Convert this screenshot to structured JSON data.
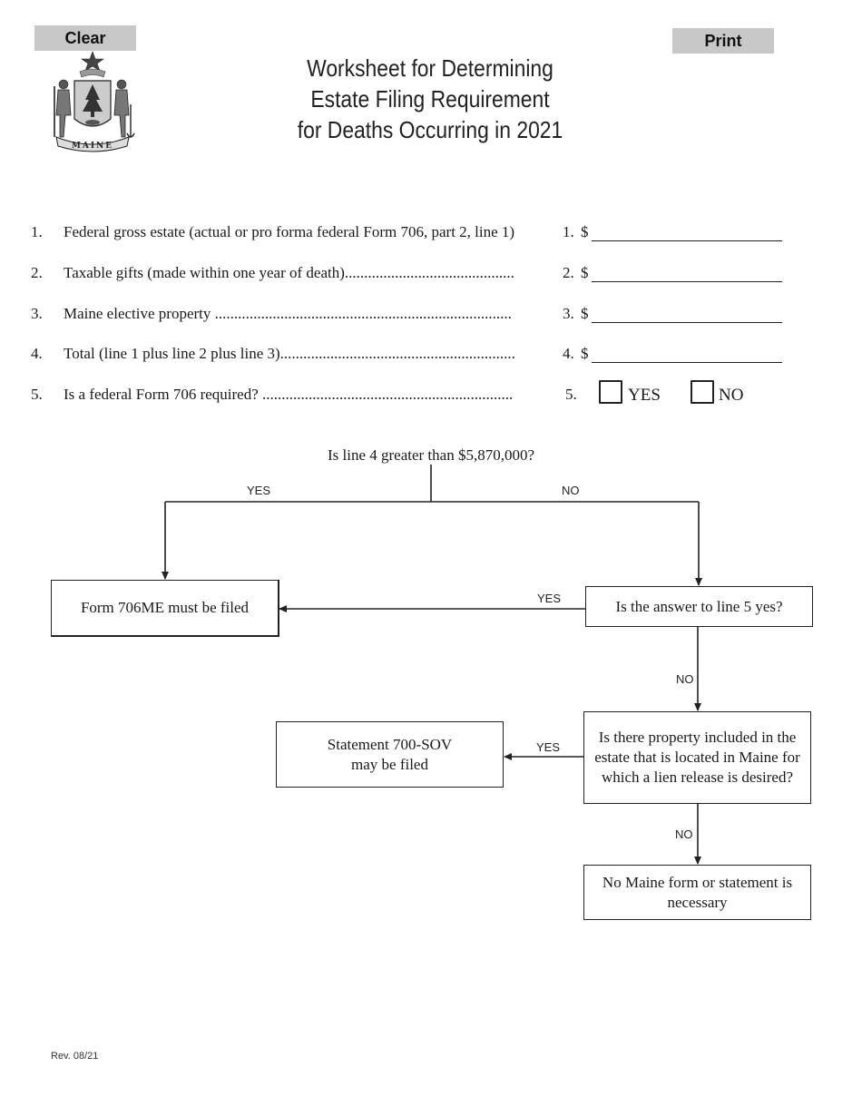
{
  "buttons": {
    "clear": "Clear",
    "print": "Print"
  },
  "header": {
    "title_lines": [
      "Worksheet for Determining",
      "Estate Filing Requirement",
      "for Deaths Occurring in 2021"
    ],
    "seal_text": "MAINE"
  },
  "lines": [
    {
      "num": "1.",
      "text": "Federal gross estate (actual or pro forma federal Form 706, part 2, line 1)",
      "ref": "1.",
      "currency": "$",
      "value": ""
    },
    {
      "num": "2.",
      "text": "Taxable gifts (made within one year of death)............................................",
      "ref": "2.",
      "currency": "$",
      "value": ""
    },
    {
      "num": "3.",
      "text": "Maine elective property .............................................................................",
      "ref": "3.",
      "currency": "$",
      "value": ""
    },
    {
      "num": "4.",
      "text": "Total (line 1 plus line 2 plus line 3).............................................................",
      "ref": "4.",
      "currency": "$",
      "value": ""
    }
  ],
  "line5": {
    "num": "5.",
    "text": "Is a federal Form 706 required?  .................................................................",
    "ref": "5.",
    "yes_label": "YES",
    "no_label": "NO"
  },
  "flowchart": {
    "question": "Is line 4 greater than $5,870,000?",
    "yes": "YES",
    "no": "NO",
    "box_706me": "Form 706ME must be filed",
    "box_line5": "Is the answer to line 5 yes?",
    "box_property": "Is there property included in the estate that is located in Maine for which a lien release is desired?",
    "box_700sov": "Statement 700-SOV may be filed",
    "box_none": "No Maine form or statement is necessary"
  },
  "footer": {
    "revision": "Rev. 08/21"
  }
}
